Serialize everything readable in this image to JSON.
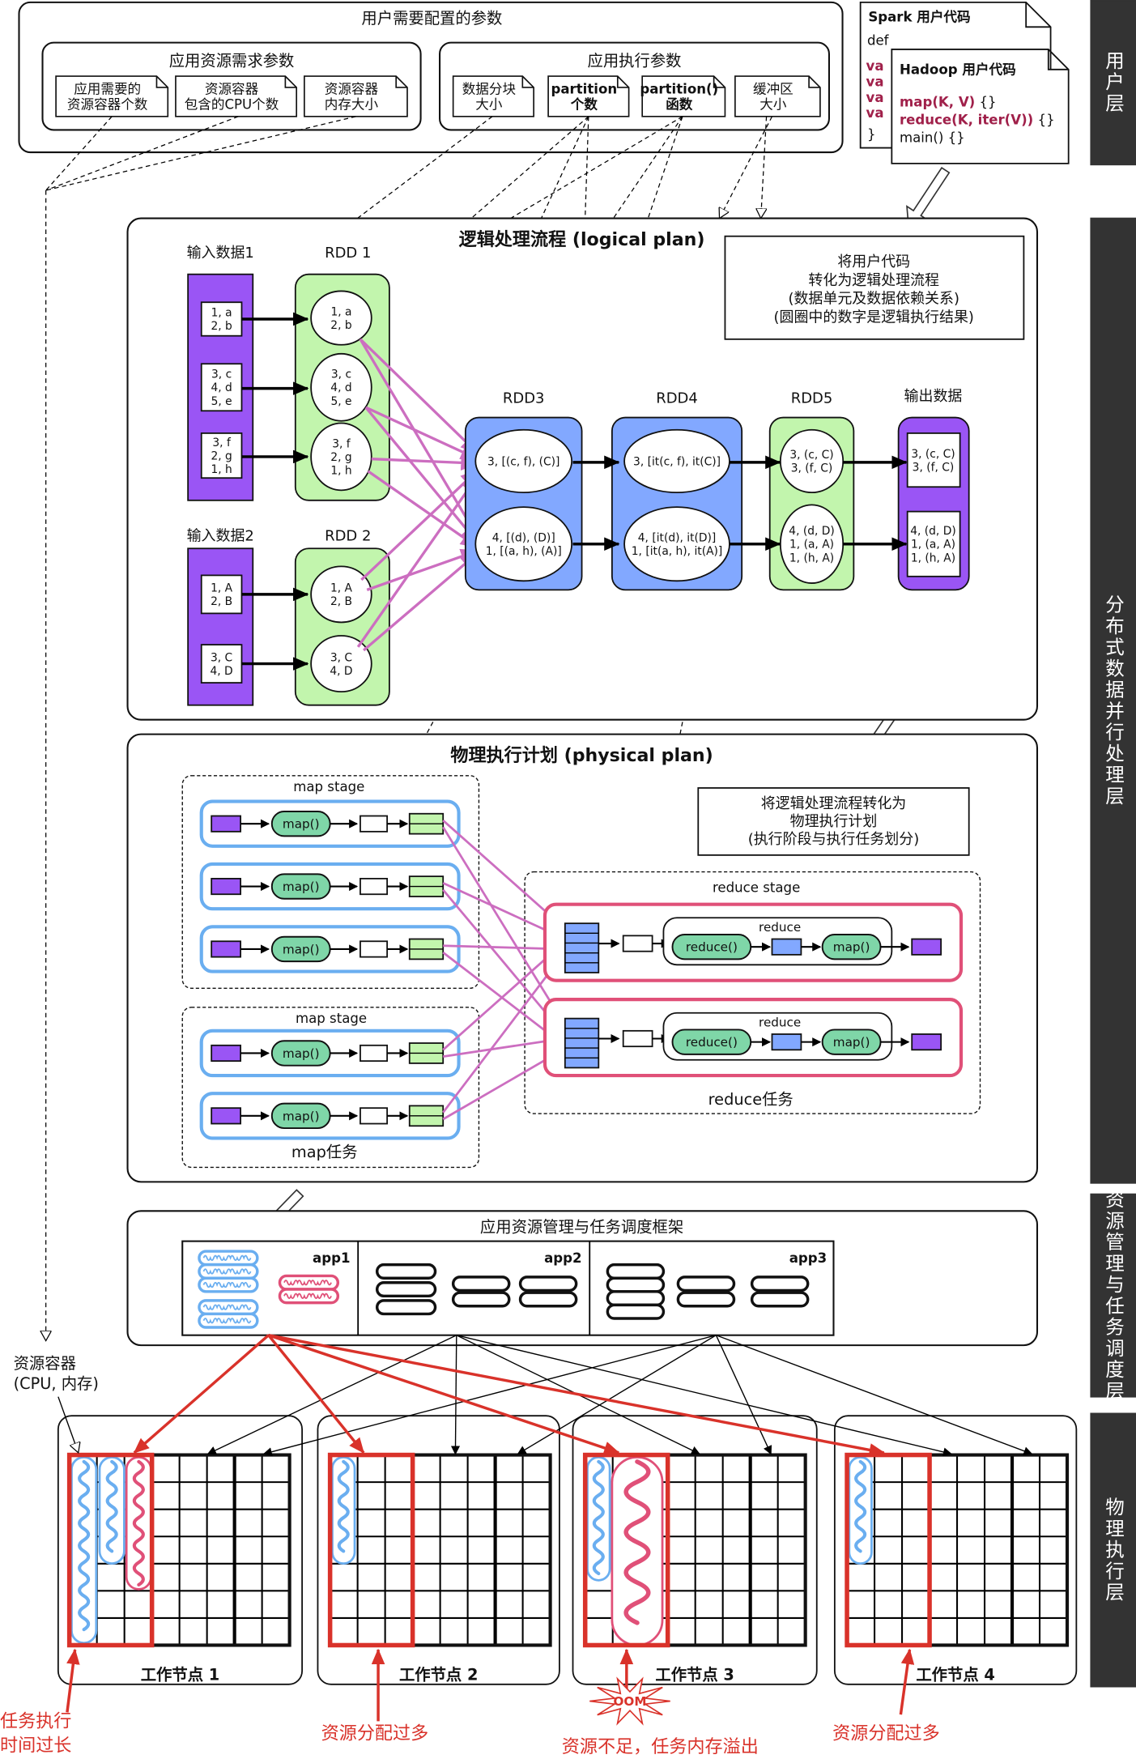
{
  "colors": {
    "purple": "#9a55f5",
    "green": "#c2f5ad",
    "blue": "#82a8ff",
    "pink_arrow": "#cc6ec0",
    "map_pill": "#7fd6a8",
    "red": "#d9322a",
    "reduce_task_border": "#e05078",
    "map_task_border": "#6aaef0",
    "layer_bar": "#333333"
  },
  "layers": [
    "用户层",
    "分布式数据并行处理层",
    "资源管理与任务调度层",
    "物理执行层"
  ],
  "params": {
    "title": "用户需要配置的参数",
    "resource": {
      "title": "应用资源需求参数",
      "items": [
        [
          "应用需要的",
          "资源容器个数"
        ],
        [
          "资源容器",
          "包含的CPU个数"
        ],
        [
          "资源容器",
          "内存大小"
        ]
      ]
    },
    "execution": {
      "title": "应用执行参数",
      "items": [
        [
          "数据分块",
          "大小"
        ],
        [
          "partition",
          "个数"
        ],
        [
          "partition()",
          "函数"
        ],
        [
          "缓冲区",
          "大小"
        ]
      ]
    }
  },
  "code": {
    "spark": {
      "title": "Spark 用户代码",
      "def": "def",
      "vals": [
        "va",
        "va",
        "va",
        "va"
      ],
      "close": "}"
    },
    "hadoop": {
      "title": "Hadoop 用户代码",
      "lines": [
        {
          "fn": "map(K, V)",
          "rest": " {}"
        },
        {
          "fn": "reduce(K, iter(V))",
          "rest": " {}"
        },
        {
          "fn": "",
          "rest": "main() {}"
        }
      ]
    }
  },
  "logical": {
    "title": "逻辑处理流程 (logical plan)",
    "note": [
      "将用户代码",
      "转化为逻辑处理流程",
      "(数据单元及数据依赖关系)",
      "(圆圈中的数字是逻辑执行结果)"
    ],
    "input1": {
      "label": "输入数据1",
      "parts": [
        [
          "1, a",
          "2, b"
        ],
        [
          "3, c",
          "4, d",
          "5, e"
        ],
        [
          "3, f",
          "2, g",
          "1, h"
        ]
      ]
    },
    "rdd1": {
      "label": "RDD 1",
      "parts": [
        [
          "1, a",
          "2, b"
        ],
        [
          "3, c",
          "4, d",
          "5, e"
        ],
        [
          "3, f",
          "2, g",
          "1, h"
        ]
      ]
    },
    "input2": {
      "label": "输入数据2",
      "parts": [
        [
          "1, A",
          "2, B"
        ],
        [
          "3, C",
          "4, D"
        ]
      ]
    },
    "rdd2": {
      "label": "RDD 2",
      "parts": [
        [
          "1, A",
          "2, B"
        ],
        [
          "3, C",
          "4, D"
        ]
      ]
    },
    "rdd3": {
      "label": "RDD3",
      "parts": [
        [
          "3, [(c, f), (C)]"
        ],
        [
          "4, [(d), (D)]",
          "1, [(a, h), (A)]"
        ]
      ]
    },
    "rdd4": {
      "label": "RDD4",
      "parts": [
        [
          "3, [it(c, f), it(C)]"
        ],
        [
          "4, [it(d), it(D)]",
          "1, [it(a, h), it(A)]"
        ]
      ]
    },
    "rdd5": {
      "label": "RDD5",
      "parts": [
        [
          "3, (c, C)",
          "3, (f, C)"
        ],
        [
          "4, (d, D)",
          "1, (a, A)",
          "1, (h, A)"
        ]
      ]
    },
    "output": {
      "label": "输出数据",
      "parts": [
        [
          "3, (c, C)",
          "3, (f, C)"
        ],
        [
          "4, (d, D)",
          "1, (a, A)",
          "1, (h, A)"
        ]
      ]
    }
  },
  "physical": {
    "title": "物理执行计划 (physical plan)",
    "note": [
      "将逻辑处理流程转化为",
      "物理执行计划",
      "(执行阶段与执行任务划分)"
    ],
    "map_stage_label": "map stage",
    "map_task_label": "map任务",
    "reduce_stage_label": "reduce stage",
    "reduce_task_label": "reduce任务",
    "map_fn": "map()",
    "reduce_fn": "reduce()",
    "reduce_group": "reduce"
  },
  "scheduler": {
    "title": "应用资源管理与任务调度框架",
    "apps": [
      "app1",
      "app2",
      "app3"
    ]
  },
  "workers": {
    "container_label": [
      "资源容器",
      "(CPU, 内存)"
    ],
    "nodes": [
      "工作节点 1",
      "工作节点 2",
      "工作节点 3",
      "工作节点 4"
    ],
    "annotations": {
      "slow": [
        "任务执行",
        "时间过长"
      ],
      "over_alloc_1": "资源分配过多",
      "oom_badge": "OOM",
      "oom": "资源不足，任务内存溢出",
      "over_alloc_2": "资源分配过多"
    }
  }
}
